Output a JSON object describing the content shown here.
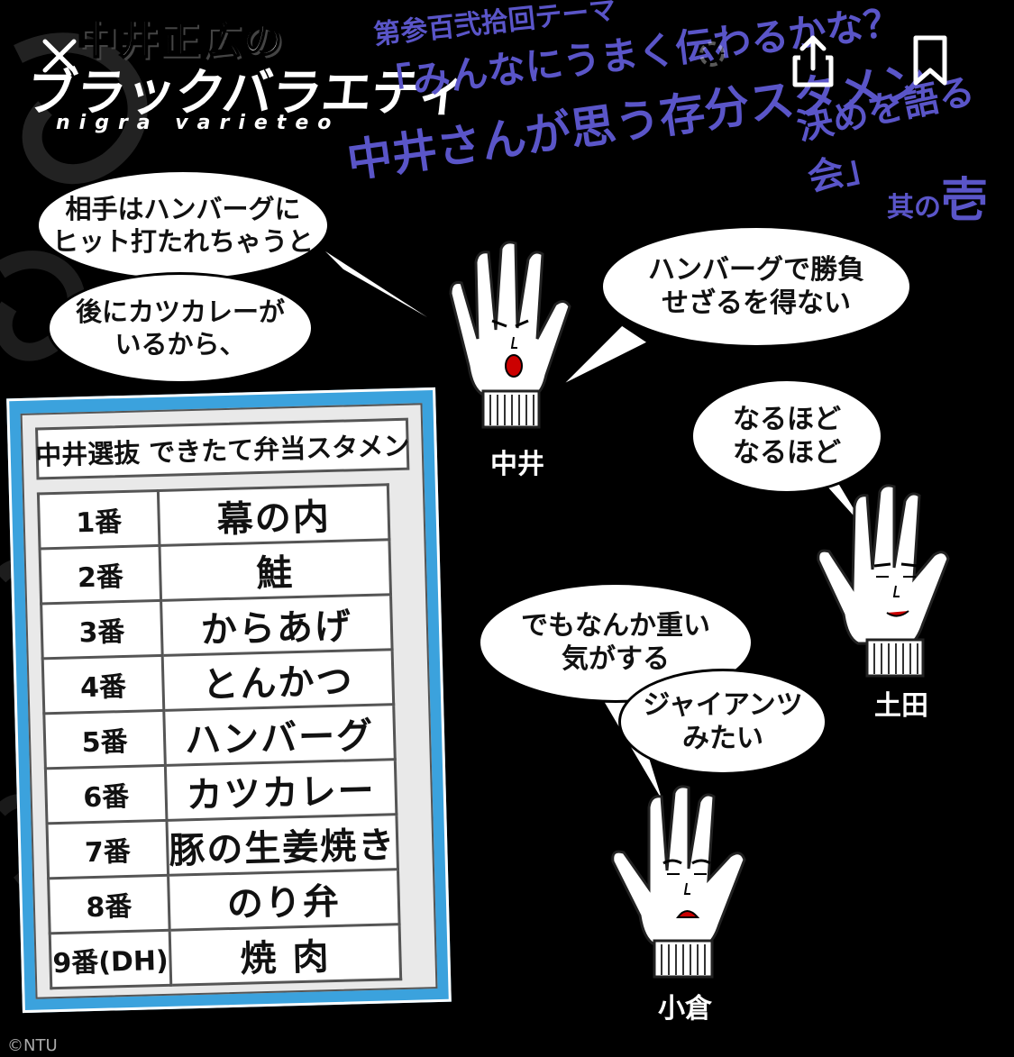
{
  "logo": {
    "title_line1": "中井正広の",
    "title_line2": "ブラックバラエティ",
    "subtitle": "nigra  varieteo"
  },
  "theme": {
    "line1": "第参百弐拾回テーマ",
    "line2": "「みんなにうまく伝わるかな？",
    "line3": "中井さんが思う存分スタメン",
    "line4": "決めを語る会」",
    "line5_prefix": "其の",
    "line5_number": "壱"
  },
  "bubbles": {
    "nakai_1": "相手はハンバーグに\nヒット打たれちゃうと",
    "nakai_2": "後にカツカレーが\nいるから、",
    "nakai_3": "ハンバーグで勝負\nせざるを得ない",
    "tsuchida": "なるほど\nなるほど",
    "ogura_1": "でもなんか重い\n気がする",
    "ogura_2": "ジャイアンツ\nみたい"
  },
  "people": {
    "nakai": "中井",
    "tsuchida": "土田",
    "ogura": "小倉"
  },
  "lineup": {
    "title": "中井選抜 できたて弁当スタメン",
    "rows": [
      {
        "num": "1番",
        "item": "幕の内"
      },
      {
        "num": "2番",
        "item": "鮭"
      },
      {
        "num": "3番",
        "item": "からあげ"
      },
      {
        "num": "4番",
        "item": "とんかつ"
      },
      {
        "num": "5番",
        "item": "ハンバーグ"
      },
      {
        "num": "6番",
        "item": "カツカレー"
      },
      {
        "num": "7番",
        "item": "豚の生姜焼き"
      },
      {
        "num": "8番",
        "item": "のり弁"
      },
      {
        "num": "9番(DH)",
        "item": "焼 肉"
      }
    ]
  },
  "copyright": "©NTU",
  "icons": {
    "close": "close-icon",
    "share": "share-icon",
    "bookmark": "bookmark-icon",
    "lens": "lens-icon"
  },
  "colors": {
    "background": "#000000",
    "theme_text": "#5a55c8",
    "panel_blue": "#3ba2dd"
  }
}
